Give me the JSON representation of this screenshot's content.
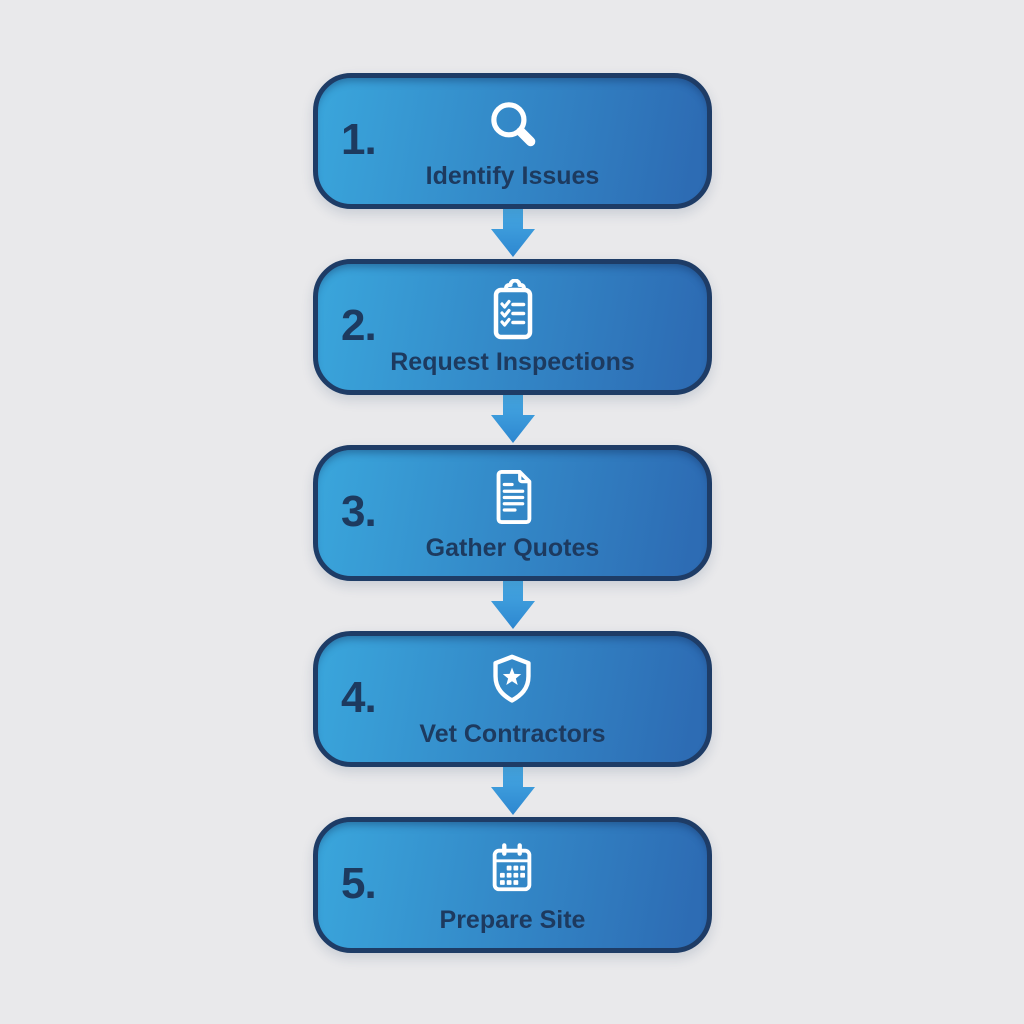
{
  "figure": {
    "type": "vertical-process-flow",
    "background_color": "#e9e9eb",
    "box_border_color": "#1e3c66",
    "box_gradient_start": "#3aa6dc",
    "box_gradient_end": "#2d6cb4",
    "text_color": "#1d3a5f",
    "icon_color": "#ffffff",
    "arrow_color_start": "#47a9e3",
    "arrow_color_end": "#2d87d0"
  },
  "steps": [
    {
      "number": "1.",
      "label": "Identify Issues",
      "icon": "magnifier-icon"
    },
    {
      "number": "2.",
      "label": "Request Inspections",
      "icon": "clipboard-checklist-icon"
    },
    {
      "number": "3.",
      "label": "Gather Quotes",
      "icon": "document-icon"
    },
    {
      "number": "4.",
      "label": "Vet Contractors",
      "icon": "shield-star-icon"
    },
    {
      "number": "5.",
      "label": "Prepare Site",
      "icon": "calendar-icon"
    }
  ]
}
